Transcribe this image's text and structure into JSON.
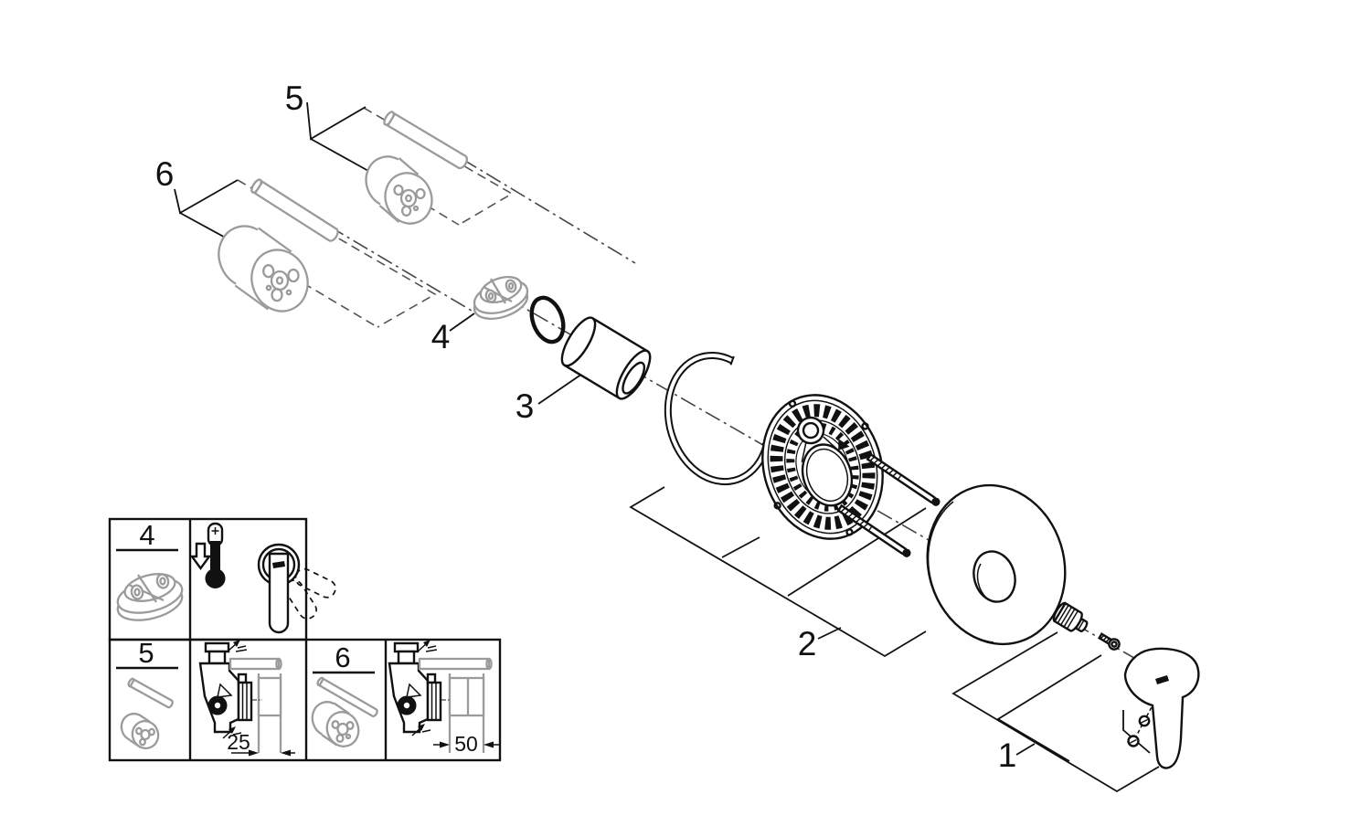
{
  "diagram": {
    "background": "#ffffff",
    "line_color": "#111111",
    "accessory_color": "#9b9b9b",
    "callout_labels": {
      "part1": "1",
      "part2": "2",
      "part3": "3",
      "part4": "4",
      "part5": "5",
      "part6": "6"
    },
    "inset_panel": {
      "cell_4_label": "4",
      "cell_5_label": "5",
      "cell_6_label": "6",
      "depth_dimension_25": "25",
      "depth_dimension_50": "50",
      "icons": {
        "thermometer": "thermometer-temperature-down-icon",
        "down_arrow": "arrow-down-icon",
        "lever": "lever-handle-swing-icon",
        "wall_mark": "finished-wall-level-icon"
      }
    }
  }
}
